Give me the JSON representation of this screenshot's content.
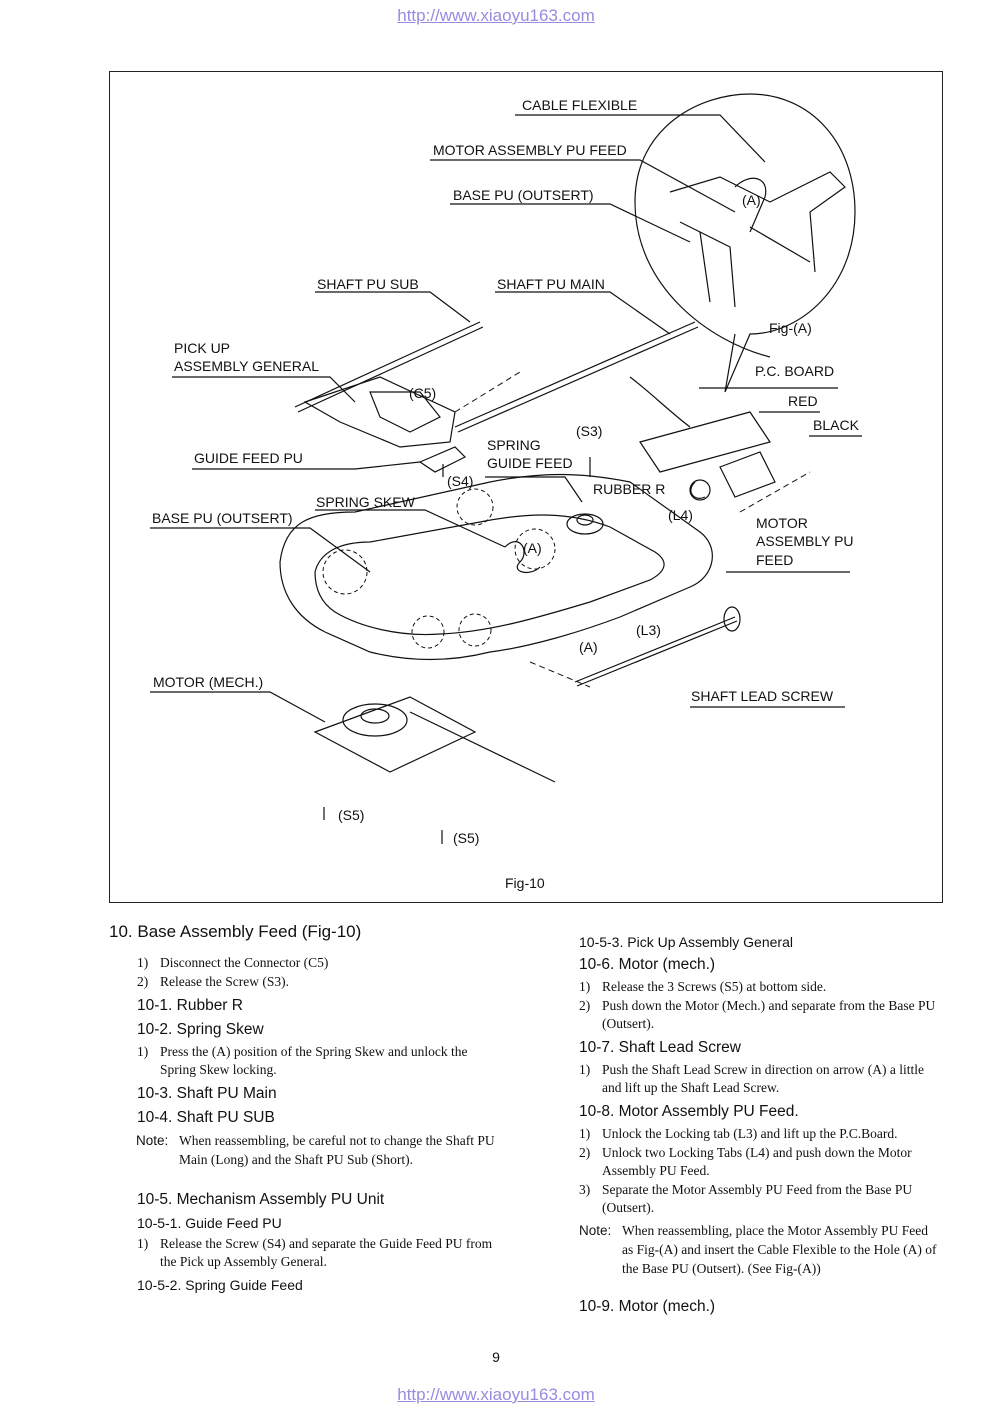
{
  "header": {
    "url": "http://www.xiaoyu163.com"
  },
  "footer": {
    "url": "http://www.xiaoyu163.com",
    "page_number": "9"
  },
  "figure": {
    "caption": "Fig-10",
    "inset_caption": "Fig-(A)",
    "labels": {
      "cable_flexible": "CABLE FLEXIBLE",
      "motor_assembly_pu_feed_top": "MOTOR ASSEMBLY PU FEED",
      "base_pu_outsert_top": "BASE PU (OUTSERT)",
      "inset_a": "(A)",
      "shaft_pu_sub": "SHAFT PU SUB",
      "shaft_pu_main": "SHAFT PU MAIN",
      "pick_up_1": "PICK UP",
      "pick_up_2": "ASSEMBLY GENERAL",
      "c5": "(C5)",
      "pc_board": "P.C. BOARD",
      "red": "RED",
      "black": "BLACK",
      "s3": "(S3)",
      "spring_guide_feed_1": "SPRING",
      "spring_guide_feed_2": "GUIDE FEED",
      "guide_feed_pu": "GUIDE FEED PU",
      "s4": "(S4)",
      "rubber_r": "RUBBER R",
      "spring_skew": "SPRING SKEW",
      "base_pu_outsert": "BASE PU (OUTSERT)",
      "l4": "(L4)",
      "a_mid": "(A)",
      "motor_feed_1": "MOTOR",
      "motor_feed_2": "ASSEMBLY PU",
      "motor_feed_3": "FEED",
      "l3": "(L3)",
      "a_low": "(A)",
      "motor_mech": "MOTOR (MECH.)",
      "shaft_lead_screw": "SHAFT LEAD SCREW",
      "s5_left": "(S5)",
      "s5_right": "(S5)"
    }
  },
  "left_column": {
    "title": "10. Base Assembly Feed (Fig-10)",
    "intro_steps": [
      {
        "n": "1)",
        "t": "Disconnect the Connector (C5)"
      },
      {
        "n": "2)",
        "t": "Release the Screw (S3)."
      }
    ],
    "s10_1": "10-1.   Rubber R",
    "s10_2": "10-2.   Spring Skew",
    "s10_2_steps": [
      {
        "n": "1)",
        "t": "Press the (A) position of the Spring Skew and unlock the Spring Skew locking."
      }
    ],
    "s10_3": "10-3.   Shaft PU Main",
    "s10_4": "10-4.   Shaft PU SUB",
    "s10_4_note_label": "Note:",
    "s10_4_note": "When reassembling, be careful not to change the Shaft PU Main (Long) and the Shaft PU Sub (Short).",
    "s10_5": "10-5.   Mechanism Assembly PU Unit",
    "s10_5_1": "10-5-1. Guide Feed PU",
    "s10_5_1_steps": [
      {
        "n": "1)",
        "t": "Release the Screw (S4) and separate the Guide Feed PU from the Pick up Assembly General."
      }
    ],
    "s10_5_2": "10-5-2. Spring Guide Feed"
  },
  "right_column": {
    "s10_5_3": "10-5-3. Pick Up Assembly General",
    "s10_6": "10-6.   Motor (mech.)",
    "s10_6_steps": [
      {
        "n": "1)",
        "t": "Release the 3 Screws (S5) at bottom side."
      },
      {
        "n": "2)",
        "t": "Push down the Motor (Mech.) and separate from the Base PU (Outsert)."
      }
    ],
    "s10_7": "10-7.   Shaft Lead Screw",
    "s10_7_steps": [
      {
        "n": "1)",
        "t": "Push the Shaft Lead Screw in direction on arrow (A) a little and lift up the Shaft Lead Screw."
      }
    ],
    "s10_8": "10-8.   Motor Assembly PU Feed.",
    "s10_8_steps": [
      {
        "n": "1)",
        "t": "Unlock the Locking tab (L3) and lift up the P.C.Board."
      },
      {
        "n": "2)",
        "t": "Unlock two Locking Tabs (L4) and push down the Motor Assembly PU Feed."
      },
      {
        "n": "3)",
        "t": "Separate the Motor Assembly PU Feed from the Base PU (Outsert)."
      }
    ],
    "s10_8_note_label": "Note:",
    "s10_8_note": "When reassembling, place the Motor Assembly PU Feed as Fig-(A) and insert the Cable Flexible to the Hole (A) of the Base PU (Outsert). (See Fig-(A))",
    "s10_9": "10-9.   Motor (mech.)"
  }
}
